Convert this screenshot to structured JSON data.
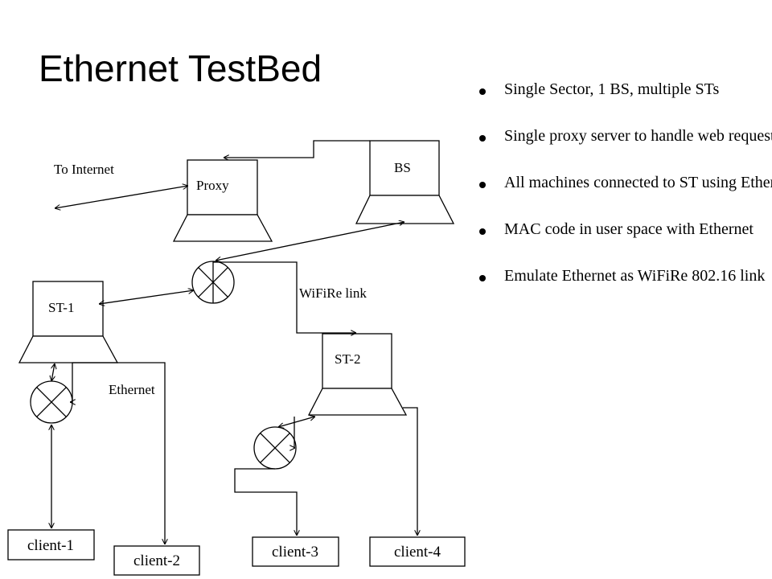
{
  "title": "Ethernet TestBed",
  "bullets": [
    "Single Sector, 1 BS, multiple STs",
    "Single proxy server to handle web requests",
    "All machines connected to ST using Ethernet",
    "MAC code in user space with Ethernet",
    "Emulate Ethernet as WiFiRe 802.16 link"
  ],
  "diagram": {
    "to_internet": "To Internet",
    "proxy": "Proxy",
    "bs": "BS",
    "st1": "ST-1",
    "st2": "ST-2",
    "wifire_link": "WiFiRe link",
    "ethernet": "Ethernet",
    "client1": "client-1",
    "client2": "client-2",
    "client3": "client-3",
    "client4": "client-4"
  }
}
